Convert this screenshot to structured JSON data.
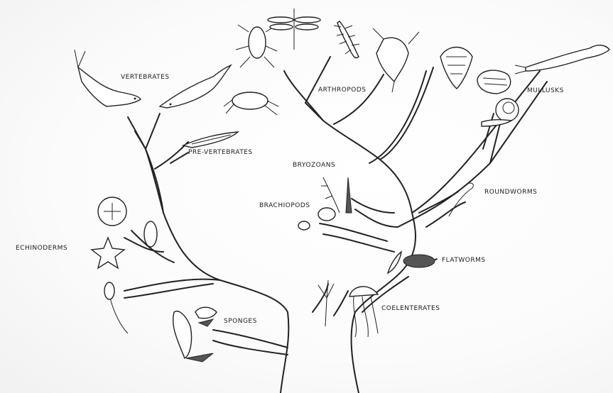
{
  "labels": {
    "vertebrates": "VERTEBRATES",
    "pre_vertebrates": "PRE-VERTEBRATES",
    "arthropods": "ARTHROPODS",
    "mullusks": "MULLUSKS",
    "bryozoans": "BRYOZOANS",
    "brachiopods": "BRACHIOPODS",
    "roundworms": "ROUNDWORMS",
    "echinoderms": "ECHINODERMS",
    "flatworms": "FLATWORMS",
    "coelenterates": "COELENTERATES",
    "sponges": "SPONGES"
  }
}
